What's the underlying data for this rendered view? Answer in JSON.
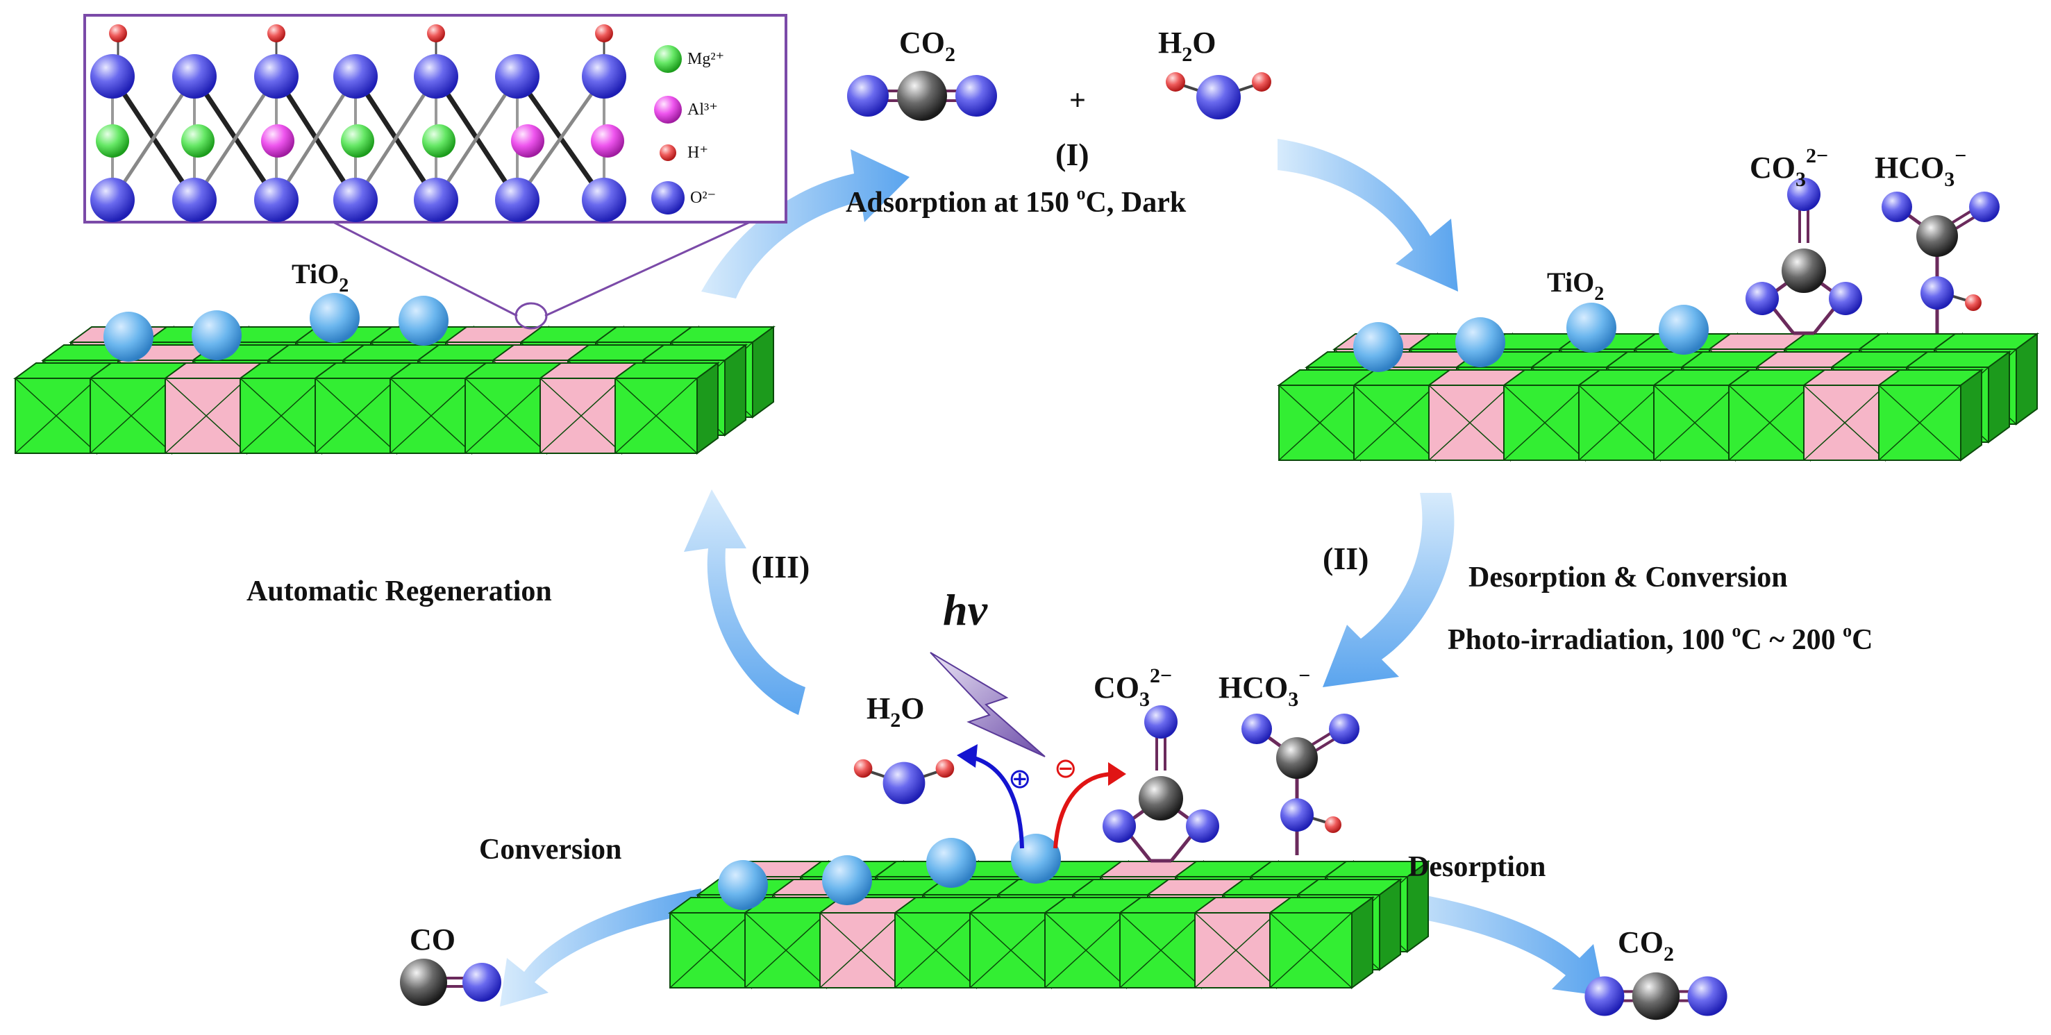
{
  "colors": {
    "slab_green": "#33ee33",
    "slab_green_dark": "#1c9a1c",
    "slab_pink": "#f6b6c8",
    "tio2": "#5aaee8",
    "oxygen": "#3a3ad8",
    "carbon": "#404040",
    "hydrogen": "#e84848",
    "mg": "#66ee66",
    "al": "#ee44ee",
    "arrow": "#74b6f4",
    "bond": "#6b2a5c",
    "inset_frame": "#7b4aa8",
    "hole_arrow": "#1414d0",
    "electron_arrow": "#e01414",
    "lightning": "#7a5ab8"
  },
  "legend": {
    "mg": "Mg²⁺",
    "al": "Al³⁺",
    "h": "H⁺",
    "o": "O²⁻"
  },
  "labels": {
    "tio2": "TiO",
    "tio2_sub": "2",
    "co2": "CO",
    "co2_sub": "2",
    "h2o_h": "H",
    "h2o_sub": "2",
    "h2o_o": "O",
    "plus": "+",
    "co": "CO",
    "co3": "CO",
    "co3_sub": "3",
    "co3_sup": "2−",
    "hco3": "HCO",
    "hco3_sub": "3",
    "hco3_sup": "−",
    "hv": "hν",
    "plus_charge": "⊕",
    "minus_charge": "⊖"
  },
  "steps": {
    "step1_num": "(I)",
    "step1_text": "Adsorption at 150 ",
    "step1_deg": "o",
    "step1_end": "C, Dark",
    "step2_num": "(II)",
    "step2_title": "Desorption & Conversion",
    "step2_cond_a": "Photo-irradiation, 100 ",
    "step2_cond_deg1": "o",
    "step2_cond_b": "C ~ 200 ",
    "step2_cond_deg2": "o",
    "step2_cond_c": "C",
    "step3_num": "(III)",
    "step3_text": "Automatic Regeneration",
    "conversion": "Conversion",
    "desorption": "Desorption"
  }
}
